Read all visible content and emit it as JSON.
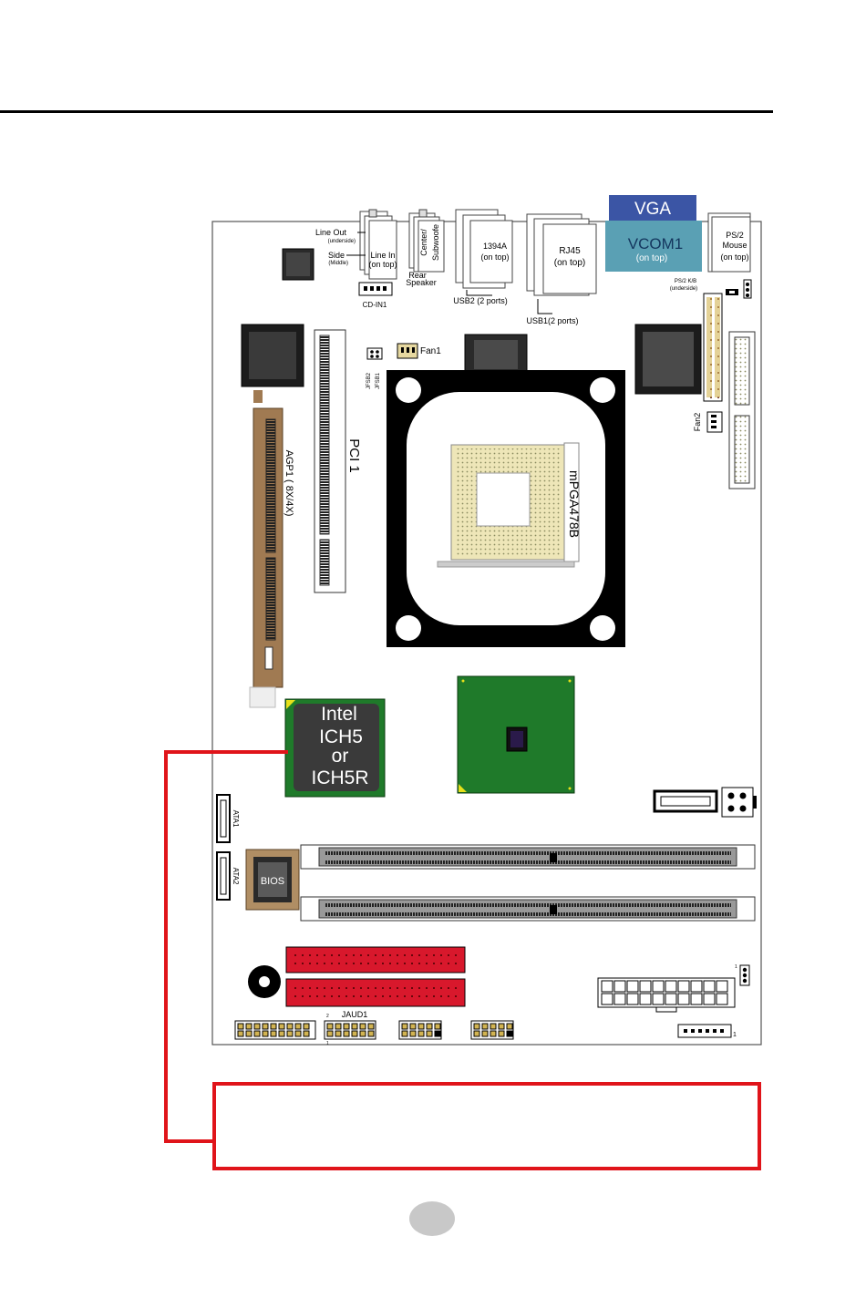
{
  "labels": {
    "line_out": "Line Out",
    "line_out_sub": "(underside)",
    "side": "Side",
    "side_sub": "(Middle)",
    "line_in_1": "Line In",
    "line_in_2": "(on top)",
    "center_1": "Center/",
    "center_2": "Subwoofe",
    "rear_1": "Rear",
    "rear_2": "Speaker",
    "cd_in": "CD-IN1",
    "ieee_1": "1394A",
    "ieee_2": "(on top)",
    "usb2": "USB2 (2 ports)",
    "rj45_1": "RJ45",
    "rj45_2": "(on top)",
    "usb1": "USB1(2 ports)",
    "vga": "VGA",
    "vcom_1": "VCOM1",
    "vcom_2": "(on top)",
    "ps2m_1": "PS/2",
    "ps2m_2": "Mouse",
    "ps2m_3": "(on top)",
    "ps2kb_1": "PS/2 K/B",
    "ps2kb_2": "(underside)",
    "fan1": "Fan1",
    "fan2": "Fan2",
    "jfsb2": "JFSB2",
    "jfsb1": "JFSB1",
    "pci1": "PCI 1",
    "agp1": "AGP1 ( 8X/4X)",
    "cpu": "mPGA478B",
    "ich_1": "Intel",
    "ich_2": "ICH5",
    "ich_3": "or",
    "ich_4": "ICH5R",
    "ata1": "ATA1",
    "ata2": "ATA2",
    "bios": "BIOS",
    "jaud1": "JAUD1",
    "pin_1": "1",
    "pin_2": "2"
  },
  "colors": {
    "callout_red": "#e0141a",
    "ide_red": "#d8182c",
    "chip_green": "#1f7a2a",
    "vga_blue": "#3b55a5",
    "vcom_teal": "#5aa0b4",
    "agp_brown": "#a07a52",
    "socket_yellow": "#e8e0b0"
  }
}
